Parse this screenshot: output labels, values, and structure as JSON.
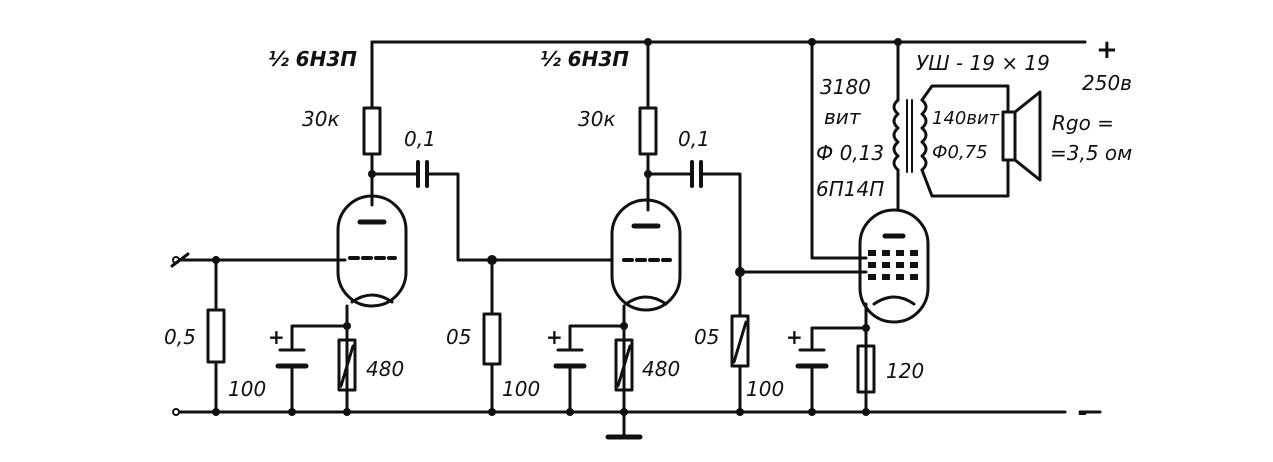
{
  "diagram": {
    "labels": {
      "tube1_name": "½ 6Н3П",
      "tube2_name": "½ 6Н3П",
      "r_plate1": "30к",
      "r_plate2": "30к",
      "c_couple1": "0,1",
      "c_couple2": "0,1",
      "r_input": "0,5",
      "r_grid2": "05",
      "r_grid3": "05",
      "cap1": "100",
      "cap2": "100",
      "cap3": "100",
      "r_cathode1": "480",
      "r_cathode2": "480",
      "r_cathode3": "120",
      "plus_sign": "+",
      "supply_voltage": "250в",
      "primary_turns": "3180",
      "primary_turns_unit": "вит",
      "primary_wire": "Ф 0,13",
      "output_tube": "6П14П",
      "core": "УШ - 19 × 19",
      "secondary_turns": "140вит",
      "secondary_wire": "Ф0,75",
      "speaker_r1": "Rgo =",
      "speaker_r2": "=3,5 ом",
      "minus_sign": "-"
    }
  }
}
